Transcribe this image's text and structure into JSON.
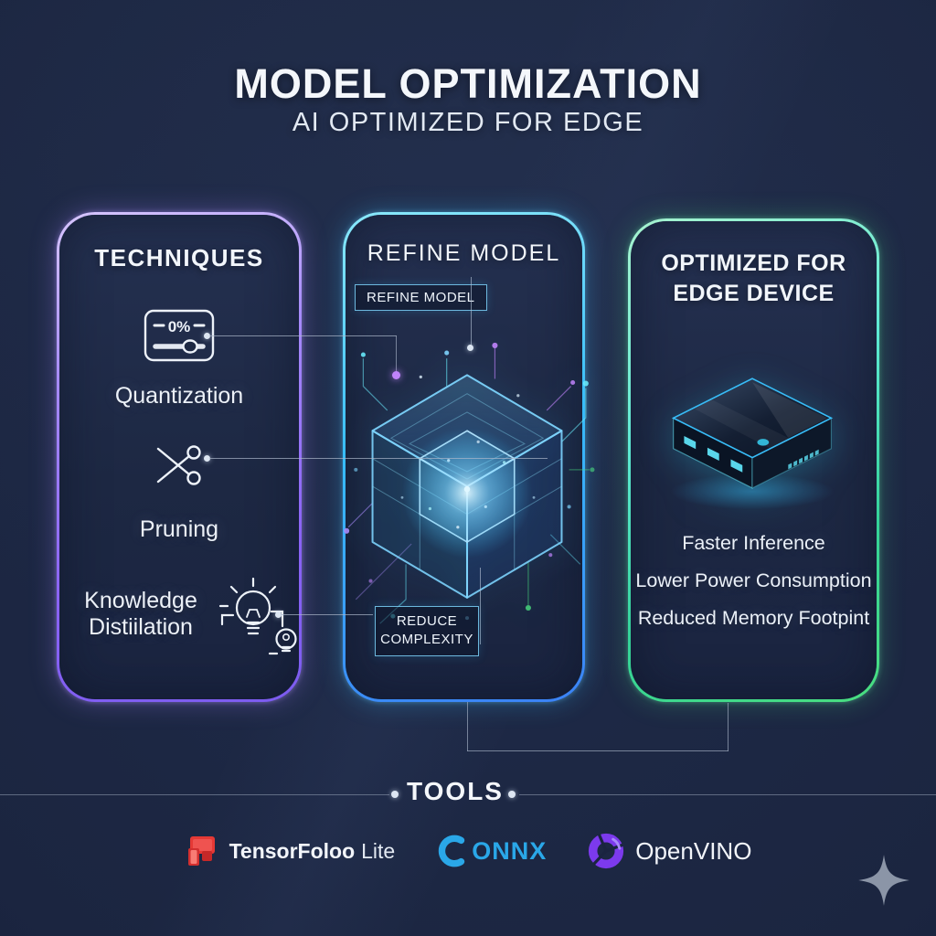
{
  "header": {
    "title": "MODEL OPTIMIZATION",
    "subtitle": "AI OPTIMIZED FOR EDGE"
  },
  "techniques": {
    "title": "TECHNIQUES",
    "items": [
      {
        "icon": "quantization-slider-icon",
        "icon_text": "0%",
        "label": "Quantization"
      },
      {
        "icon": "scissors-icon",
        "label": "Pruning"
      },
      {
        "icon": "knowledge-distillation-bulbs-icon",
        "label_line1": "Knowledge",
        "label_line2": "Distiilation"
      }
    ]
  },
  "refine": {
    "title": "REFINE MODEL",
    "badge": "REFINE MODEL",
    "reduce_line1": "REDUCE",
    "reduce_line2": "COMPLEXITY"
  },
  "edge": {
    "title_line1": "OPTIMIZED FOR",
    "title_line2": "EDGE DEVICE",
    "benefits": [
      "Faster Inference",
      "Lower Power Consumption",
      "Reduced Memory Footpint"
    ]
  },
  "tools": {
    "title": "TOOLS",
    "items": [
      {
        "brand": "TensorFoloo",
        "suffix": "Lite",
        "icon": "tensorflow-lite-logo-icon"
      },
      {
        "name": "ONNX",
        "icon": "onnx-logo-icon"
      },
      {
        "name": "OpenVINO",
        "icon": "openvino-logo-icon"
      }
    ]
  },
  "colors": {
    "background": "#1b2540",
    "techniques_border": "#a78bfa",
    "refine_border": "#38bdf8",
    "edge_border": "#4ade80",
    "onnx_blue": "#2aa7e8",
    "openvino_purple": "#7c3aed",
    "tensorflow_red": "#e53935",
    "cube_glow": "#7dd3fc"
  }
}
